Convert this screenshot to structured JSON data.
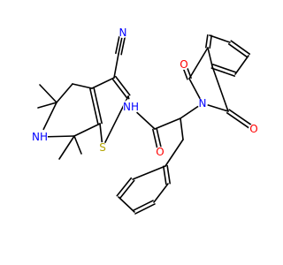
{
  "molecule": {
    "colors": {
      "bond": "#000000",
      "carbon": "#000000",
      "nitrogen": "#0000ff",
      "oxygen": "#ff0000",
      "sulfur": "#b3a400"
    },
    "labels": {
      "nitrile_n": "N",
      "amide_nh": "NH",
      "ring_nh": "NH",
      "thiophene_s": "S",
      "amide_o": "O",
      "imide_n": "N",
      "imide_o_top": "O",
      "imide_o_bottom": "O"
    }
  }
}
